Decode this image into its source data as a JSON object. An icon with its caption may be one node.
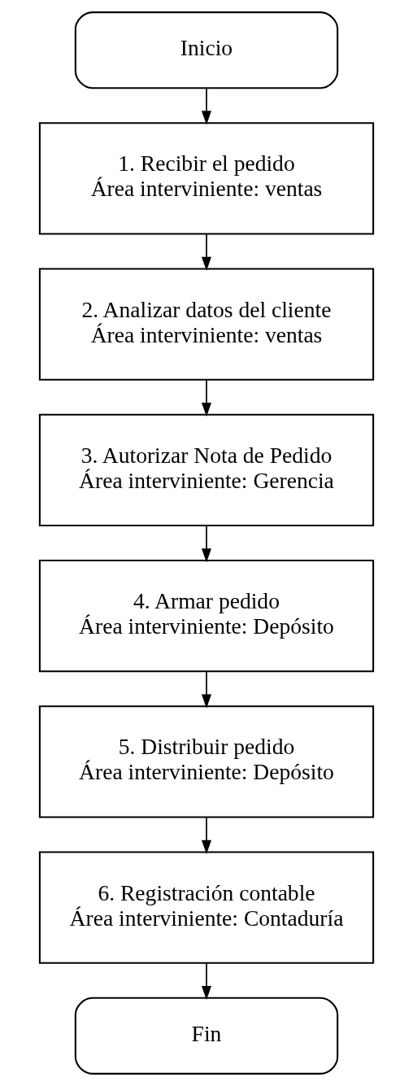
{
  "diagram": {
    "nodes": [
      {
        "text": [
          "Inicio"
        ]
      },
      {
        "text": [
          "1. Recibir el pedido",
          "Área interviniente: ventas"
        ]
      },
      {
        "text": [
          "2. Analizar datos del cliente",
          "Área interviniente: ventas"
        ]
      },
      {
        "text": [
          "3. Autorizar Nota de Pedido",
          "Área interviniente: Gerencia"
        ]
      },
      {
        "text": [
          "4. Armar pedido",
          "Área interviniente: Depósito"
        ]
      },
      {
        "text": [
          "5. Distribuir pedido",
          "Área interviniente: Depósito"
        ]
      },
      {
        "text": [
          "6. Registración contable",
          "Área interviniente: Contaduría"
        ]
      },
      {
        "text": [
          "Fin"
        ]
      }
    ],
    "edges": [
      {
        "from": 0,
        "to": 1,
        "arrow": "to"
      },
      {
        "from": 1,
        "to": 2,
        "arrow": "to"
      },
      {
        "from": 2,
        "to": 3,
        "arrow": "to"
      },
      {
        "from": 3,
        "to": 4,
        "arrow": "to"
      },
      {
        "from": 4,
        "to": 5,
        "arrow": "to"
      },
      {
        "from": 5,
        "to": 6,
        "arrow": "to"
      },
      {
        "from": 6,
        "to": 7,
        "arrow": "to"
      }
    ]
  }
}
